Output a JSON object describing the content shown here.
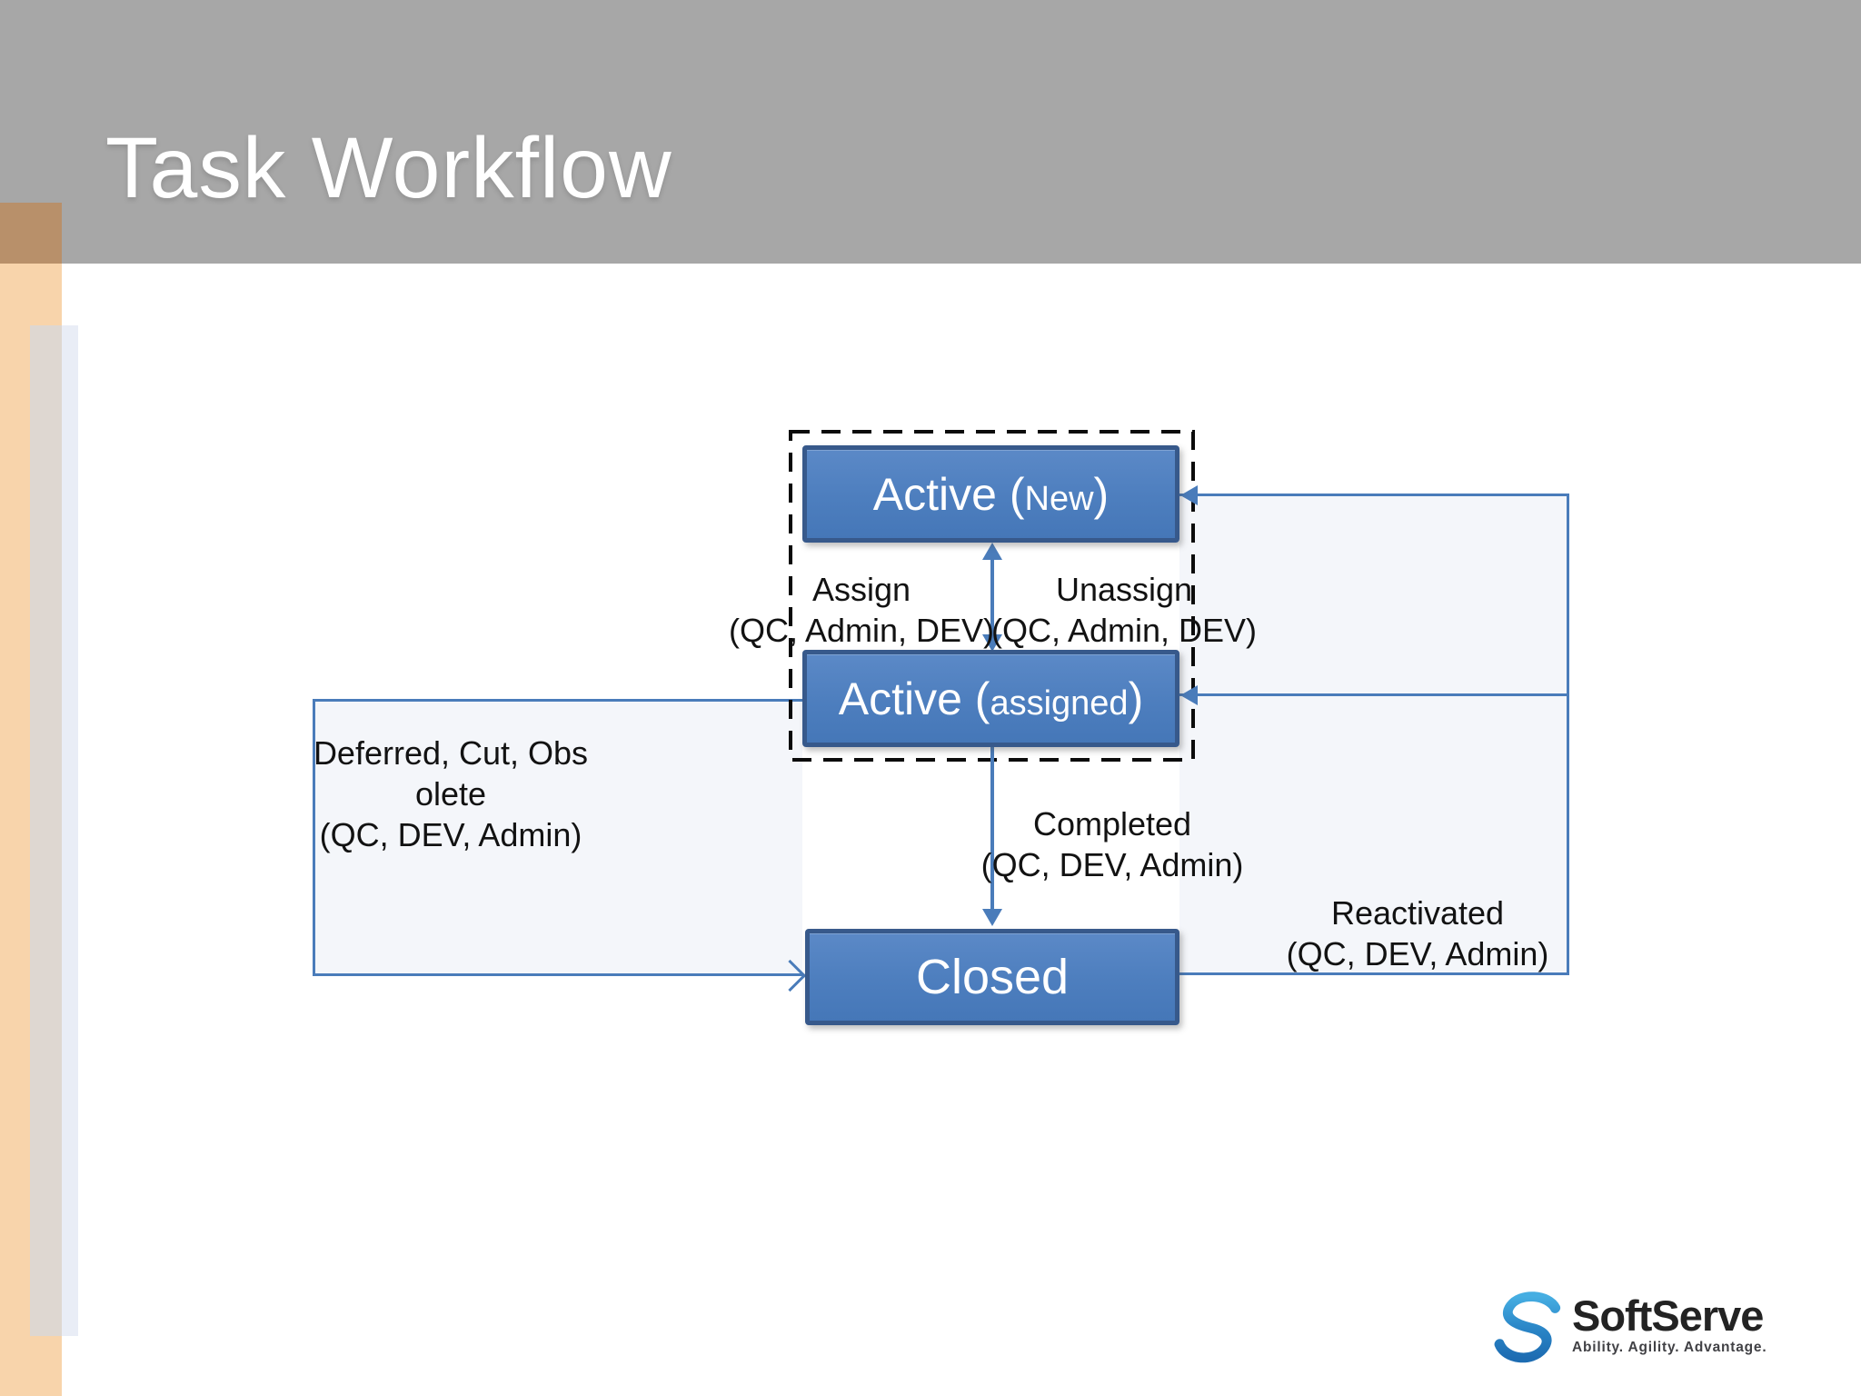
{
  "slide": {
    "title": "Task Workflow"
  },
  "nodes": {
    "active_new": {
      "prefix": "Active (",
      "sub": "New",
      "suffix": ")"
    },
    "active_assigned": {
      "prefix": "Active (",
      "sub": "assigned",
      "suffix": ")"
    },
    "closed": {
      "label": "Closed"
    }
  },
  "labels": {
    "assign": [
      "Assign",
      "(QC, Admin, DEV)"
    ],
    "unassign": [
      "Unassign",
      "(QC, Admin, DEV)"
    ],
    "completed": [
      "Completed",
      "(QC, DEV, Admin)"
    ],
    "deferred": [
      "Deferred, Cut, Obs",
      "olete",
      "(QC, DEV, Admin)"
    ],
    "reactivated": [
      "Reactivated",
      "(QC, DEV, Admin)"
    ]
  },
  "logo": {
    "brand": "SoftServe",
    "tagline": "Ability. Agility. Advantage."
  },
  "colors": {
    "header_gray": "#a7a7a7",
    "accent_line_blue": "#4a7cba",
    "node_fill": "#4d7ebe",
    "node_border": "#37598b",
    "peach": "#f8d4ab",
    "tan": "#b8906a"
  }
}
